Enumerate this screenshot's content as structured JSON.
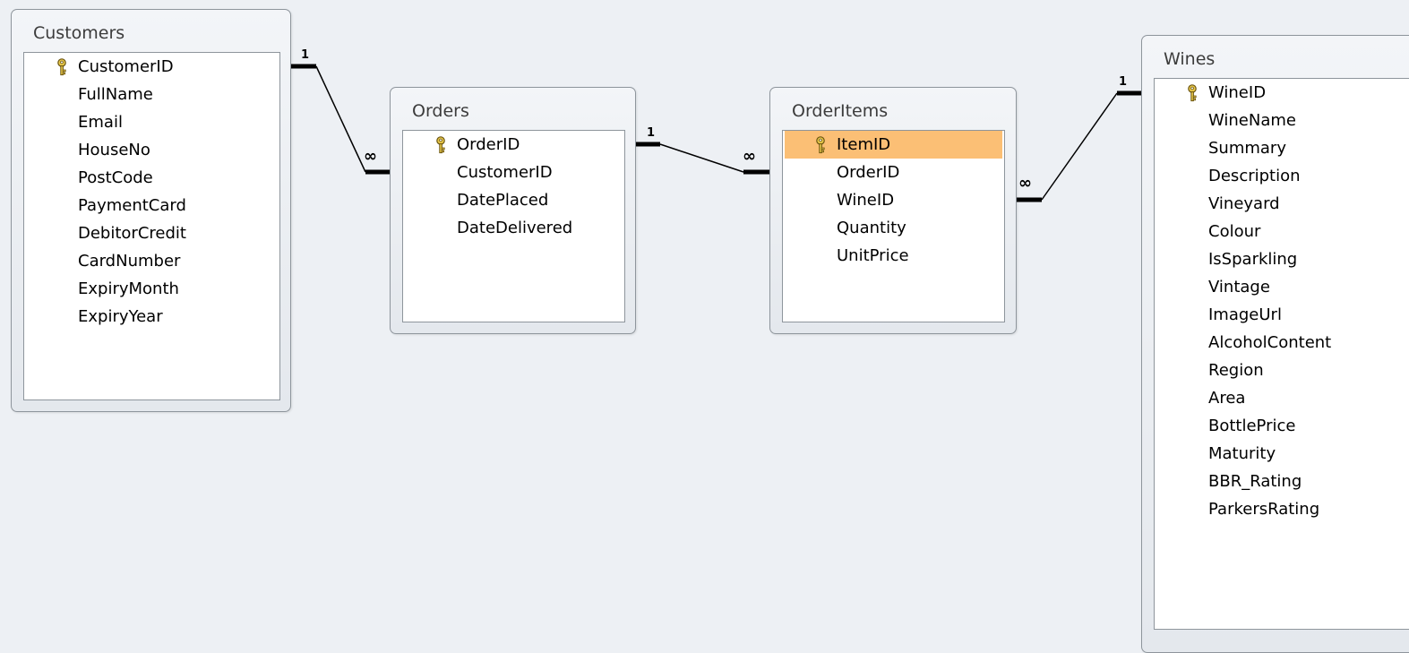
{
  "tables": {
    "customers": {
      "title": "Customers",
      "fields": [
        "CustomerID",
        "FullName",
        "Email",
        "HouseNo",
        "PostCode",
        "PaymentCard",
        "DebitorCredit",
        "CardNumber",
        "ExpiryMonth",
        "ExpiryYear"
      ],
      "primary_key": "CustomerID"
    },
    "orders": {
      "title": "Orders",
      "fields": [
        "OrderID",
        "CustomerID",
        "DatePlaced",
        "DateDelivered"
      ],
      "primary_key": "OrderID"
    },
    "orderitems": {
      "title": "OrderItems",
      "fields": [
        "ItemID",
        "OrderID",
        "WineID",
        "Quantity",
        "UnitPrice"
      ],
      "primary_key": "ItemID",
      "selected_field": "ItemID"
    },
    "wines": {
      "title": "Wines",
      "fields": [
        "WineID",
        "WineName",
        "Summary",
        "Description",
        "Vineyard",
        "Colour",
        "IsSparkling",
        "Vintage",
        "ImageUrl",
        "AlcoholContent",
        "Region",
        "Area",
        "BottlePrice",
        "Maturity",
        "BBR_Rating",
        "ParkersRating"
      ],
      "primary_key": "WineID"
    }
  },
  "relationships": [
    {
      "from": "Customers.CustomerID",
      "to": "Orders.CustomerID",
      "one_label": "1",
      "many_label": "∞"
    },
    {
      "from": "Orders.OrderID",
      "to": "OrderItems.OrderID",
      "one_label": "1",
      "many_label": "∞"
    },
    {
      "from": "Wines.WineID",
      "to": "OrderItems.WineID",
      "one_label": "1",
      "many_label": "∞"
    }
  ],
  "colors": {
    "background": "#edf0f4",
    "selected_row": "#fbbf75",
    "key_icon": "#c9a227"
  },
  "icons": {
    "primary_key": "key-icon"
  }
}
